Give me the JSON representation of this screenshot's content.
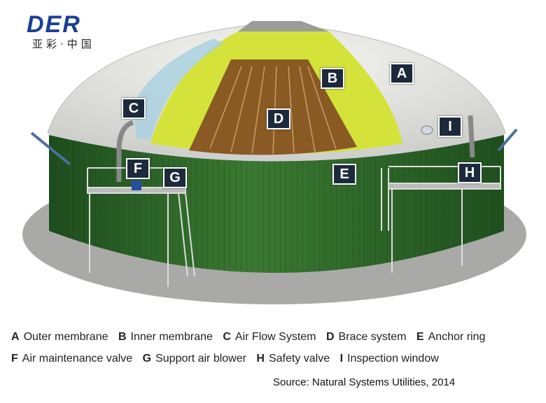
{
  "logo": {
    "word": "DER",
    "subtitle": "亚彩·中国"
  },
  "markers": [
    {
      "letter": "A"
    },
    {
      "letter": "B"
    },
    {
      "letter": "C"
    },
    {
      "letter": "D"
    },
    {
      "letter": "E"
    },
    {
      "letter": "F"
    },
    {
      "letter": "G"
    },
    {
      "letter": "H"
    },
    {
      "letter": "I"
    }
  ],
  "legend": [
    {
      "key": "A",
      "label": "Outer membrane"
    },
    {
      "key": "B",
      "label": "Inner membrane"
    },
    {
      "key": "C",
      "label": "Air Flow System"
    },
    {
      "key": "D",
      "label": "Brace system"
    },
    {
      "key": "E",
      "label": "Anchor ring"
    },
    {
      "key": "F",
      "label": "Air maintenance valve"
    },
    {
      "key": "G",
      "label": "Support air blower"
    },
    {
      "key": "H",
      "label": "Safety valve"
    },
    {
      "key": "I",
      "label": "Inspection window"
    }
  ],
  "source": "Source: Natural Systems Utilities, 2014",
  "colors": {
    "tank_green": "#2f6b2a",
    "inner_membrane": "#d4e23a",
    "dome": "#e8e8e4",
    "marker_bg": "#1d2a3c",
    "logo_blue": "#1b3f94"
  }
}
